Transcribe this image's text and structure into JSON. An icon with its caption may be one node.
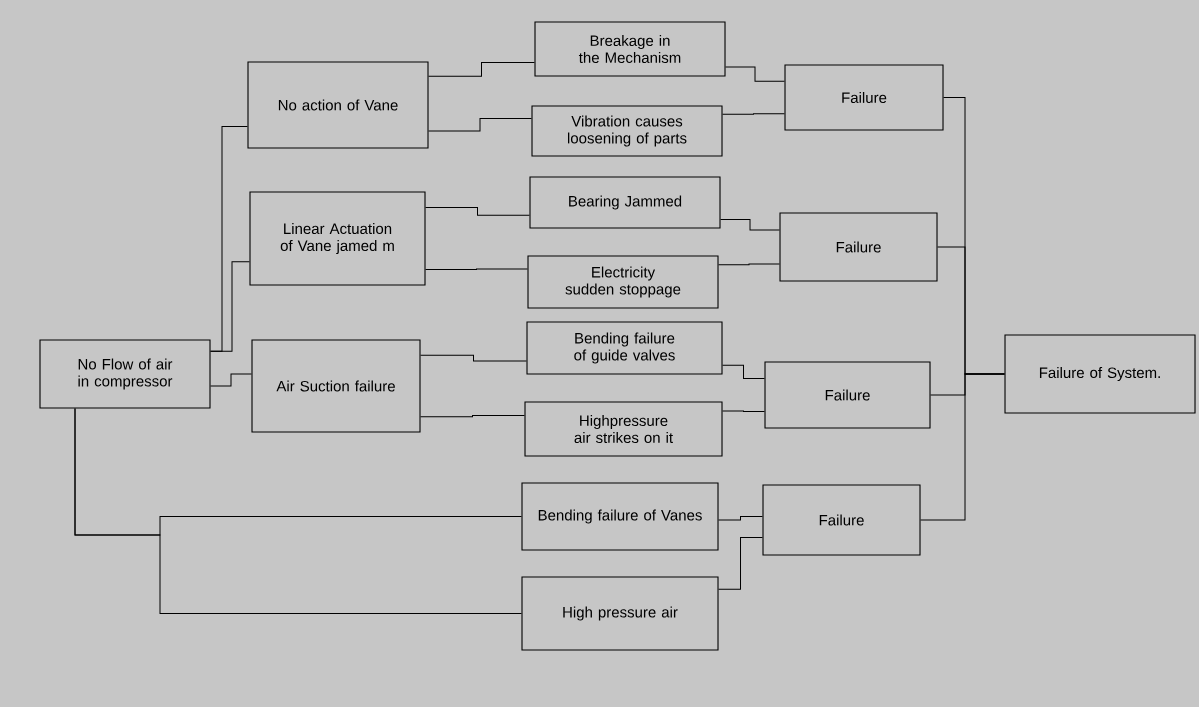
{
  "diagram": {
    "nodes": [
      {
        "text": [
          "No Flow of air in compressor"
        ]
      },
      {
        "text": [
          "No action of Vane"
        ]
      },
      {
        "text": [
          "Linear Actuation of Vane jamed m"
        ]
      },
      {
        "text": [
          "Air Suction failure"
        ]
      },
      {
        "text": [
          "Breakage in the Mechanism"
        ]
      },
      {
        "text": [
          "Vibration causes loosening of parts"
        ]
      },
      {
        "text": [
          "Bearing Jammed"
        ]
      },
      {
        "text": [
          "Electricity sudden stoppage"
        ]
      },
      {
        "text": [
          "Bending failure of guide valves"
        ]
      },
      {
        "text": [
          "Highpressure air strikes on it"
        ]
      },
      {
        "text": [
          "Bending failure of Vanes"
        ]
      },
      {
        "text": [
          "High pressure air"
        ]
      },
      {
        "text": [
          "Failure"
        ]
      },
      {
        "text": [
          "Failure"
        ]
      },
      {
        "text": [
          "Failure"
        ]
      },
      {
        "text": [
          "Failure"
        ]
      },
      {
        "text": [
          "Failure of System."
        ]
      }
    ],
    "edges": [
      {
        "from": 0,
        "to": 1,
        "arrow": "none"
      },
      {
        "from": 0,
        "to": 2,
        "arrow": "none"
      },
      {
        "from": 0,
        "to": 3,
        "arrow": "none"
      },
      {
        "from": 0,
        "to": 10,
        "arrow": "none"
      },
      {
        "from": 0,
        "to": 11,
        "arrow": "none"
      },
      {
        "from": 1,
        "to": 4,
        "arrow": "none"
      },
      {
        "from": 1,
        "to": 5,
        "arrow": "none"
      },
      {
        "from": 2,
        "to": 6,
        "arrow": "none"
      },
      {
        "from": 2,
        "to": 7,
        "arrow": "none"
      },
      {
        "from": 3,
        "to": 8,
        "arrow": "none"
      },
      {
        "from": 3,
        "to": 9,
        "arrow": "none"
      },
      {
        "from": 4,
        "to": 12,
        "arrow": "none"
      },
      {
        "from": 5,
        "to": 12,
        "arrow": "none"
      },
      {
        "from": 6,
        "to": 13,
        "arrow": "none"
      },
      {
        "from": 7,
        "to": 13,
        "arrow": "none"
      },
      {
        "from": 8,
        "to": 14,
        "arrow": "none"
      },
      {
        "from": 9,
        "to": 14,
        "arrow": "none"
      },
      {
        "from": 10,
        "to": 15,
        "arrow": "none"
      },
      {
        "from": 11,
        "to": 15,
        "arrow": "none"
      },
      {
        "from": 12,
        "to": 16,
        "arrow": "none"
      },
      {
        "from": 13,
        "to": 16,
        "arrow": "none"
      },
      {
        "from": 14,
        "to": 16,
        "arrow": "none"
      },
      {
        "from": 15,
        "to": 16,
        "arrow": "none"
      }
    ]
  }
}
